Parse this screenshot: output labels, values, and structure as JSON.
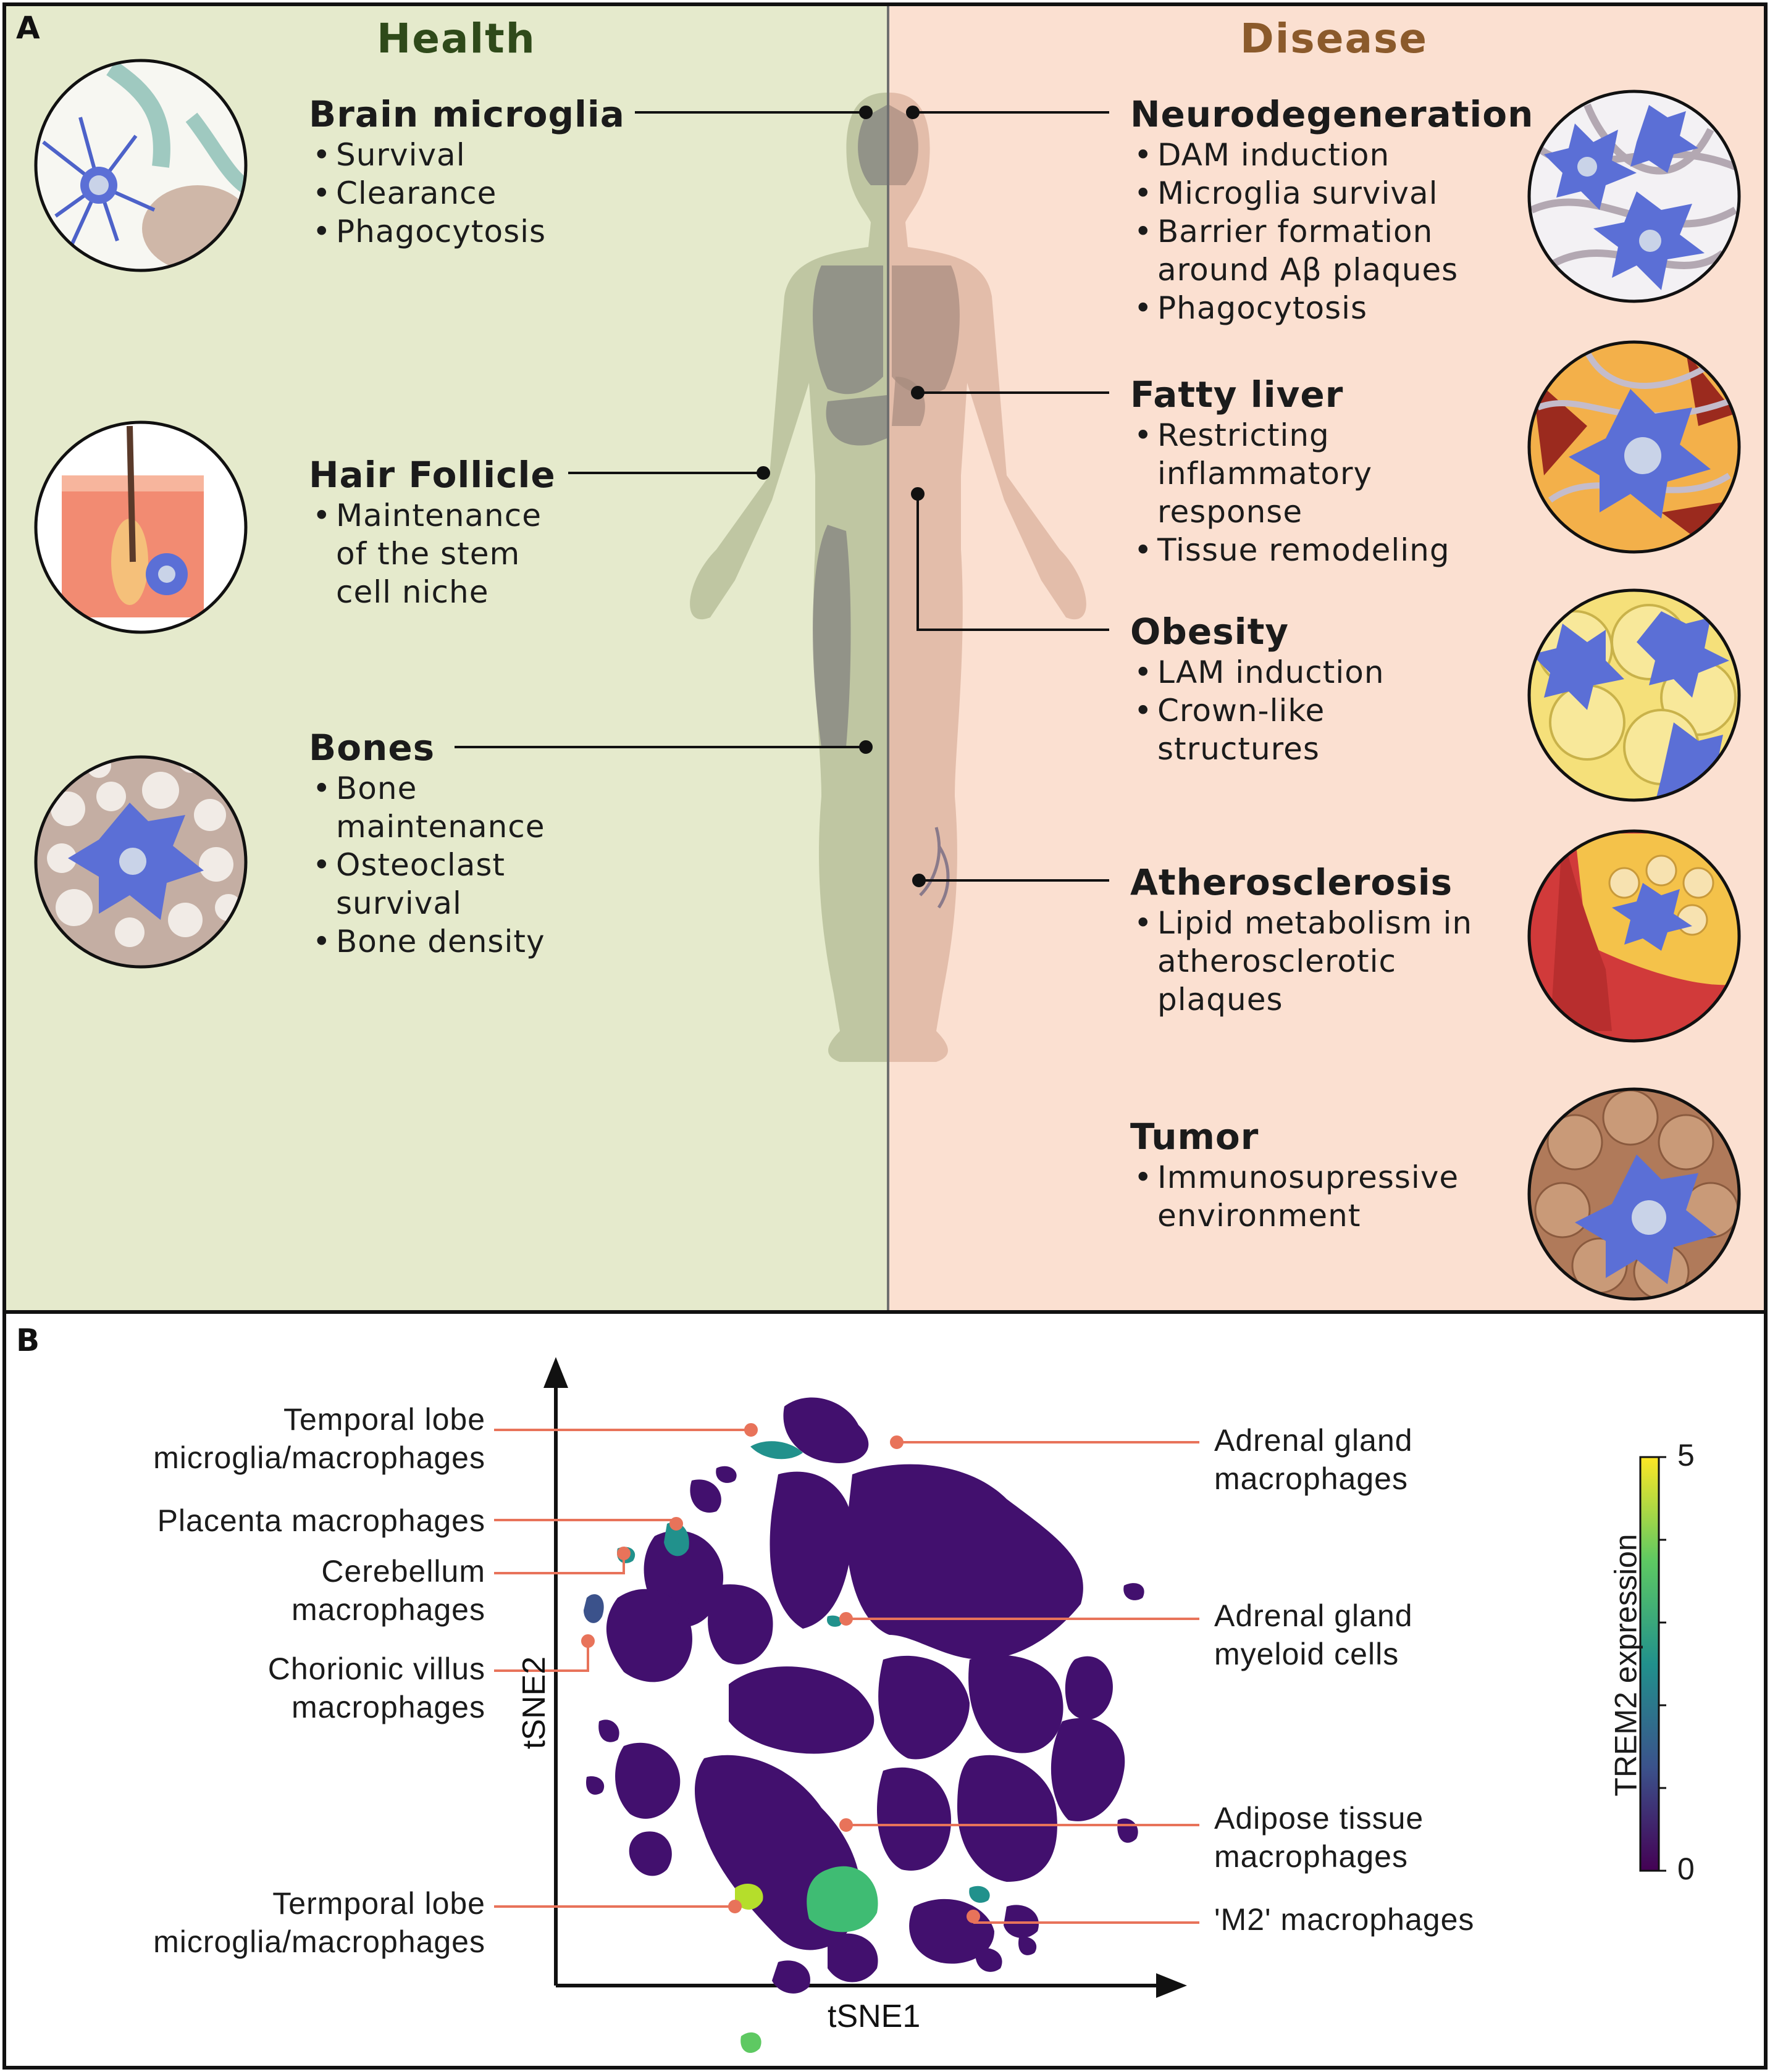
{
  "panel_a": {
    "letter": "A",
    "health_title": "Health",
    "disease_title": "Disease",
    "health": [
      {
        "title": "Brain microglia",
        "items": [
          "Survival",
          "Clearance",
          "Phagocytosis"
        ]
      },
      {
        "title": "Hair Follicle",
        "items": [
          "Maintenance\nof the stem\ncell niche"
        ]
      },
      {
        "title": "Bones",
        "items": [
          "Bone\nmaintenance",
          "Osteoclast\nsurvival",
          "Bone density"
        ]
      }
    ],
    "disease": [
      {
        "title": "Neurodegeneration",
        "items": [
          "DAM induction",
          "Microglia survival",
          "Barrier formation\naround Aβ plaques",
          "Phagocytosis"
        ]
      },
      {
        "title": "Fatty liver",
        "items": [
          "Restricting\ninflammatory\nresponse",
          "Tissue remodeling"
        ]
      },
      {
        "title": "Obesity",
        "items": [
          "LAM induction",
          "Crown-like\nstructures"
        ]
      },
      {
        "title": "Atherosclerosis",
        "items": [
          "Lipid metabolism in\natherosclerotic\nplaques"
        ]
      },
      {
        "title": "Tumor",
        "items": [
          "Immunosupressive\nenvironment"
        ]
      }
    ],
    "colors": {
      "health_bg": "#e5eacc",
      "disease_bg": "#fbe0d1",
      "health_title": "#2f4a1a",
      "disease_title": "#8b5a2b",
      "cell": "#5b6fd6"
    }
  },
  "panel_b": {
    "letter": "B",
    "x_axis_label": "tSNE1",
    "y_axis_label": "tSNE2",
    "colorbar": {
      "label": "TREM2 expression",
      "min_label": "0",
      "max_label": "5",
      "min": 0,
      "max": 5
    },
    "left_labels": [
      "Temporal lobe\nmicroglia/macrophages",
      "Placenta macrophages",
      "Cerebellum\nmacrophages",
      "Chorionic villus\nmacrophages",
      "Termporal lobe\nmicroglia/macrophages"
    ],
    "right_labels": [
      "Adrenal gland\nmacrophages",
      "Adrenal gland\nmyeloid cells",
      "Adipose tissue\nmacrophages",
      "'M2' macrophages"
    ],
    "colors": {
      "cluster": "#42106e",
      "leader": "#e8735a",
      "high": "#fde725",
      "mid": "#21918c"
    }
  }
}
